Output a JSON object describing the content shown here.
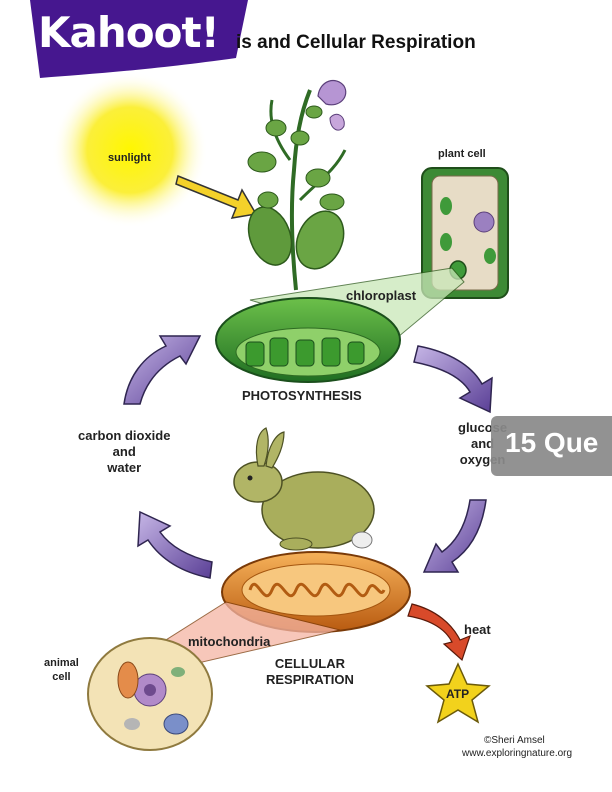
{
  "title": "is and Cellular Respiration",
  "logo": {
    "text": "Kahoot!",
    "color": "#46178f"
  },
  "question_count": "15 Que",
  "labels": {
    "sunlight": "sunlight",
    "plant_cell": "plant cell",
    "chloroplast": "chloroplast",
    "photosynthesis": "PHOTOSYNTHESIS",
    "glucose_oxygen": [
      "glucose",
      "and",
      "oxygen"
    ],
    "carbon_dioxide_water": [
      "carbon dioxide",
      "and",
      "water"
    ],
    "mitochondria": "mitochondria",
    "cellular_respiration": [
      "CELLULAR",
      "RESPIRATION"
    ],
    "animal_cell": [
      "animal",
      "cell"
    ],
    "heat": "heat",
    "atp": "ATP"
  },
  "credit": [
    "©Sheri Amsel",
    "www.exploringnature.org"
  ],
  "colors": {
    "cycle_arrow": "#6a4fa3",
    "chloroplast": "#3c9a3c",
    "mitochondria": "#e0801f",
    "atp": "#f2d21c",
    "sun": "#ffee33"
  }
}
